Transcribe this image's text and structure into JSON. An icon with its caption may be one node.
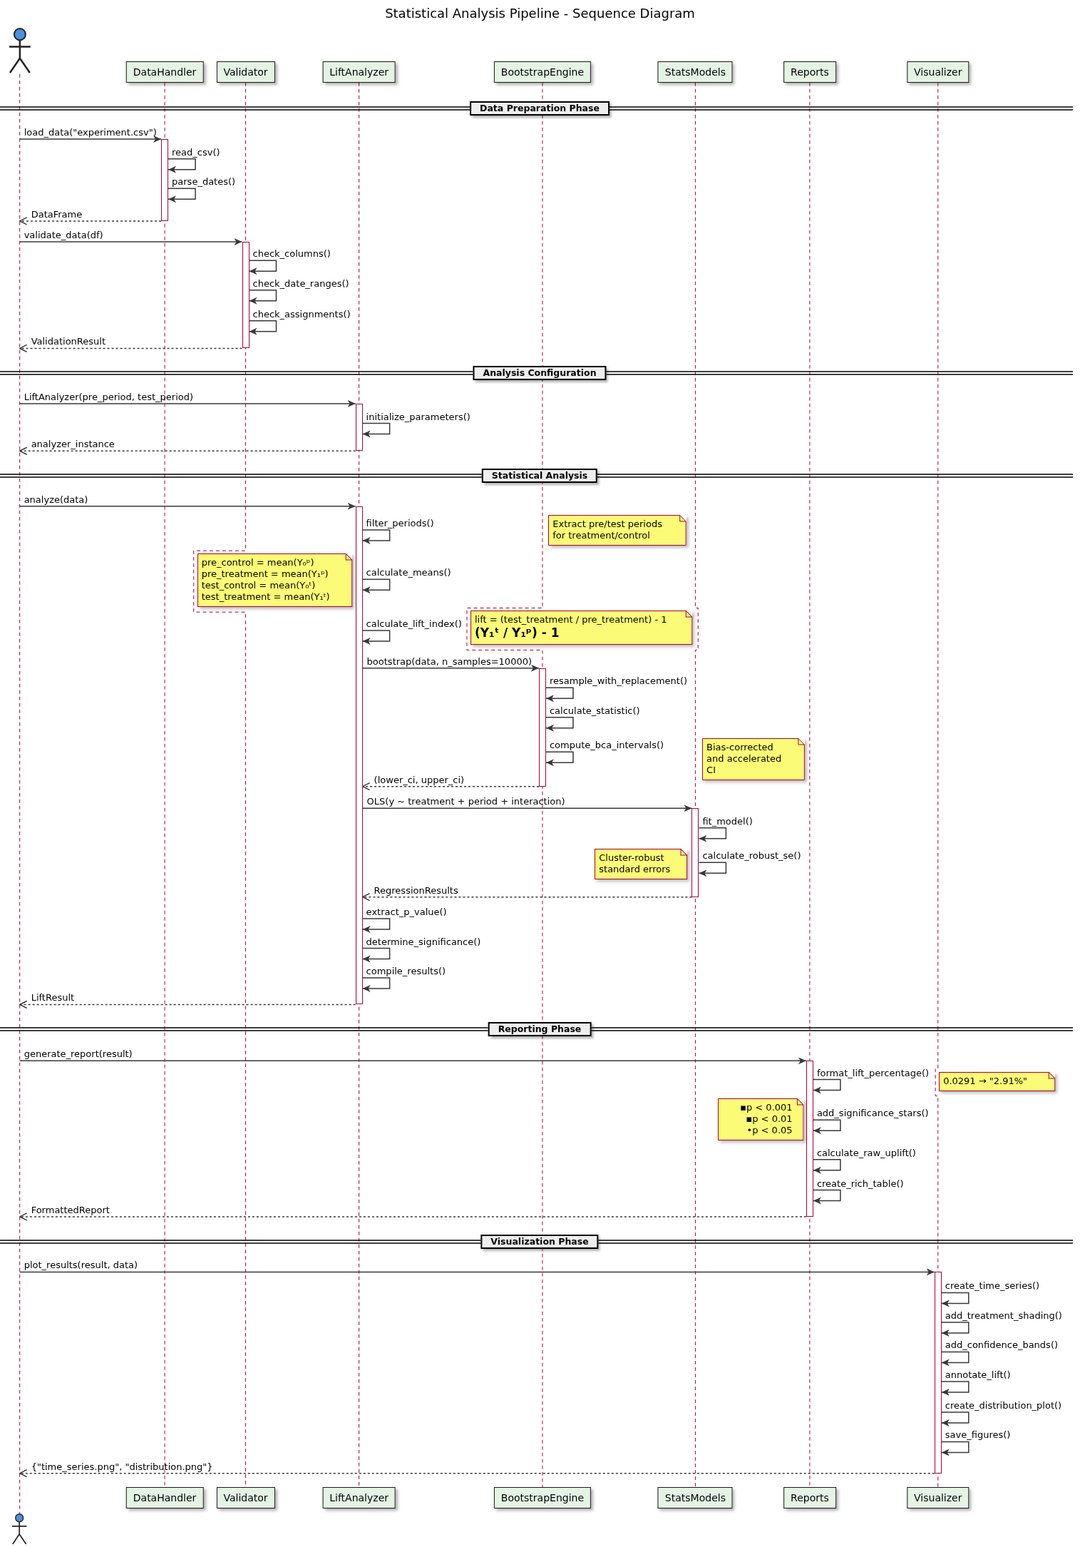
{
  "diagram": {
    "title": "Statistical Analysis Pipeline - Sequence Diagram",
    "nodes": [
      {
        "text": [],
        "shape": "person"
      },
      {
        "text": [
          "DataHandler"
        ]
      },
      {
        "text": [
          "Validator"
        ]
      },
      {
        "text": [
          "LiftAnalyzer"
        ]
      },
      {
        "text": [
          "BootstrapEngine"
        ]
      },
      {
        "text": [
          "StatsModels"
        ]
      },
      {
        "text": [
          "Reports"
        ]
      },
      {
        "text": [
          "Visualizer"
        ]
      },
      {
        "text": [
          "Data Preparation Phase"
        ]
      },
      {
        "text": [],
        "shape": "bar"
      },
      {
        "text": [],
        "shape": "bar"
      },
      {
        "text": [
          "Analysis Configuration"
        ]
      },
      {
        "text": [],
        "shape": "bar"
      },
      {
        "text": [
          "Statistical Analysis"
        ]
      },
      {
        "text": [],
        "shape": "bar"
      },
      {
        "text": [
          "Extract pre/test periods for treatment/control"
        ]
      },
      {
        "text": [
          "pre_control = mean(Y₀ᵖ)",
          "pre_treatment = mean(Y₁ᵖ)",
          "test_control = mean(Y₀ᵗ)",
          "test_treatment = mean(Y₁ᵗ)"
        ]
      },
      {
        "text": [
          "lift = (test_treatment / pre_treatment) - 1",
          "(Y₁ᵗ / Y₁ᵖ) - 1"
        ]
      },
      {
        "text": [],
        "shape": "bar"
      },
      {
        "text": [
          "Bias-corrected and accelerated CI"
        ]
      },
      {
        "text": [],
        "shape": "bar"
      },
      {
        "text": [
          "Cluster-robust standard errors"
        ]
      },
      {
        "text": [
          "Reporting Phase"
        ]
      },
      {
        "text": [],
        "shape": "bar"
      },
      {
        "text": [
          "0.0291 → \"2.91%\""
        ]
      },
      {
        "text": [
          "▪p < 0.001",
          "▪p < 0.01",
          "•p < 0.05"
        ]
      },
      {
        "text": [
          "Visualization Phase"
        ]
      },
      {
        "text": [],
        "shape": "bar"
      },
      {
        "text": [],
        "shape": "person"
      },
      {
        "text": [
          "DataHandler"
        ]
      },
      {
        "text": [
          "Validator"
        ]
      },
      {
        "text": [
          "LiftAnalyzer"
        ]
      },
      {
        "text": [
          "BootstrapEngine"
        ]
      },
      {
        "text": [
          "StatsModels"
        ]
      },
      {
        "text": [
          "Reports"
        ]
      },
      {
        "text": [
          "Visualizer"
        ]
      }
    ],
    "edges": [
      {
        "from": 0,
        "to": 28,
        "arrow": "none",
        "style": "dashed",
        "color": "#a80036"
      },
      {
        "from": 1,
        "to": 29,
        "arrow": "none",
        "style": "dashed",
        "color": "#a80036"
      },
      {
        "from": 2,
        "to": 30,
        "arrow": "none",
        "style": "dashed",
        "color": "#a80036"
      },
      {
        "from": 3,
        "to": 31,
        "arrow": "none",
        "style": "dashed",
        "color": "#a80036"
      },
      {
        "from": 4,
        "to": 32,
        "arrow": "none",
        "style": "dashed",
        "color": "#a80036"
      },
      {
        "from": 5,
        "to": 33,
        "arrow": "none",
        "style": "dashed",
        "color": "#a80036"
      },
      {
        "from": 6,
        "to": 34,
        "arrow": "none",
        "style": "dashed",
        "color": "#a80036"
      },
      {
        "from": 7,
        "to": 35,
        "arrow": "none",
        "style": "dashed",
        "color": "#a80036"
      },
      {
        "from": null,
        "to": 9,
        "arrow": "to",
        "label": "load_data(\"experiment.csv\")"
      },
      {
        "from": 9,
        "to": 9,
        "arrow": "to",
        "label": "read_csv()"
      },
      {
        "from": 9,
        "to": 9,
        "arrow": "to",
        "label": "parse_dates()"
      },
      {
        "from": 9,
        "to": null,
        "arrow": "to",
        "label": "DataFrame",
        "style": "dashed"
      },
      {
        "from": null,
        "to": 10,
        "arrow": "to",
        "label": "validate_data(df)"
      },
      {
        "from": 10,
        "to": 10,
        "arrow": "to",
        "label": "check_columns()"
      },
      {
        "from": 10,
        "to": 10,
        "arrow": "to",
        "label": "check_date_ranges()"
      },
      {
        "from": 10,
        "to": 10,
        "arrow": "to",
        "label": "check_assignments()"
      },
      {
        "from": 10,
        "to": null,
        "arrow": "to",
        "label": "ValidationResult",
        "style": "dashed"
      },
      {
        "from": null,
        "to": 12,
        "arrow": "to",
        "label": "LiftAnalyzer(pre_period, test_period)"
      },
      {
        "from": 12,
        "to": 12,
        "arrow": "to",
        "label": "initialize_parameters()"
      },
      {
        "from": 12,
        "to": null,
        "arrow": "to",
        "label": "analyzer_instance",
        "style": "dashed"
      },
      {
        "from": null,
        "to": 14,
        "arrow": "to",
        "label": "analyze(data)"
      },
      {
        "from": 14,
        "to": 14,
        "arrow": "to",
        "label": "filter_periods()"
      },
      {
        "from": 14,
        "to": 14,
        "arrow": "to",
        "label": "calculate_means()"
      },
      {
        "from": 14,
        "to": 14,
        "arrow": "to",
        "label": "calculate_lift_index()"
      },
      {
        "from": 14,
        "to": 18,
        "arrow": "to",
        "label": "bootstrap(data, n_samples=10000)"
      },
      {
        "from": 18,
        "to": 18,
        "arrow": "to",
        "label": "resample_with_replacement()"
      },
      {
        "from": 18,
        "to": 18,
        "arrow": "to",
        "label": "calculate_statistic()"
      },
      {
        "from": 18,
        "to": 18,
        "arrow": "to",
        "label": "compute_bca_intervals()"
      },
      {
        "from": 18,
        "to": 14,
        "arrow": "to",
        "label": "(lower_ci, upper_ci)",
        "style": "dashed"
      },
      {
        "from": 14,
        "to": 20,
        "arrow": "to",
        "label": "OLS(y ~ treatment + period + interaction)"
      },
      {
        "from": 20,
        "to": 20,
        "arrow": "to",
        "label": "fit_model()"
      },
      {
        "from": 20,
        "to": 20,
        "arrow": "to",
        "label": "calculate_robust_se()"
      },
      {
        "from": 20,
        "to": 14,
        "arrow": "to",
        "label": "RegressionResults",
        "style": "dashed"
      },
      {
        "from": 14,
        "to": 14,
        "arrow": "to",
        "label": "extract_p_value()"
      },
      {
        "from": 14,
        "to": 14,
        "arrow": "to",
        "label": "determine_significance()"
      },
      {
        "from": 14,
        "to": 14,
        "arrow": "to",
        "label": "compile_results()"
      },
      {
        "from": 14,
        "to": null,
        "arrow": "to",
        "label": "LiftResult",
        "style": "dashed"
      },
      {
        "from": null,
        "to": 23,
        "arrow": "to",
        "label": "generate_report(result)"
      },
      {
        "from": 23,
        "to": 23,
        "arrow": "to",
        "label": "format_lift_percentage()"
      },
      {
        "from": 23,
        "to": 23,
        "arrow": "to",
        "label": "add_significance_stars()"
      },
      {
        "from": 23,
        "to": 23,
        "arrow": "to",
        "label": "calculate_raw_uplift()"
      },
      {
        "from": 23,
        "to": 23,
        "arrow": "to",
        "label": "create_rich_table()"
      },
      {
        "from": 23,
        "to": null,
        "arrow": "to",
        "label": "FormattedReport",
        "style": "dashed"
      },
      {
        "from": null,
        "to": 27,
        "arrow": "to",
        "label": "plot_results(result, data)"
      },
      {
        "from": 27,
        "to": 27,
        "arrow": "to",
        "label": "create_time_series()"
      },
      {
        "from": 27,
        "to": 27,
        "arrow": "to",
        "label": "add_treatment_shading()"
      },
      {
        "from": 27,
        "to": 27,
        "arrow": "to",
        "label": "add_confidence_bands()"
      },
      {
        "from": 27,
        "to": 27,
        "arrow": "to",
        "label": "annotate_lift()"
      },
      {
        "from": 27,
        "to": 27,
        "arrow": "to",
        "label": "create_distribution_plot()"
      },
      {
        "from": 27,
        "to": 27,
        "arrow": "to",
        "label": "save_figures()"
      },
      {
        "from": 27,
        "to": null,
        "arrow": "to",
        "label": "{\"time_series.png\", \"distribution.png\"}",
        "style": "dashed"
      }
    ]
  }
}
